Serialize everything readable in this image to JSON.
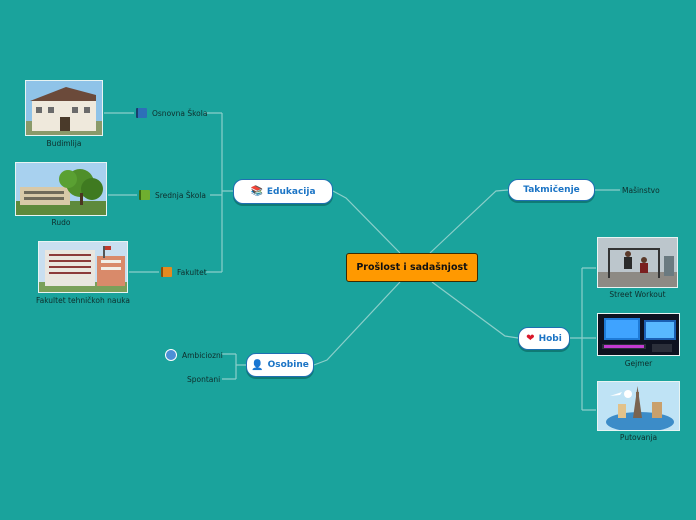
{
  "colors": {
    "background": "#1aa39c",
    "central_fill": "#ff9900",
    "branch_text": "#1b74c5",
    "link": "#8ccfca"
  },
  "central": {
    "label": "Prošlost i sadašnjost"
  },
  "branches": {
    "edukacija": {
      "label": "Edukacija",
      "icon": "books-icon"
    },
    "osobine": {
      "label": "Osobine",
      "icon": "person-icon"
    },
    "takmicenje": {
      "label": "Takmičenje"
    },
    "hobi": {
      "label": "Hobi",
      "icon": "heart-icon"
    }
  },
  "edukacija_items": [
    {
      "label": "Osnovna Škola",
      "icon": "blue-book-icon",
      "image_caption": "Budimlija"
    },
    {
      "label": "Srednja Škola",
      "icon": "green-book-icon",
      "image_caption": "Rudo"
    },
    {
      "label": "Fakultet",
      "icon": "orange-book-icon",
      "image_caption": "Fakultet tehničkoh nauka"
    }
  ],
  "osobine_items": [
    {
      "label": "Ambiciozni",
      "icon": "globe-icon"
    },
    {
      "label": "Spontani"
    }
  ],
  "takmicenje_items": [
    {
      "label": "Mašinstvo"
    }
  ],
  "hobi_items": [
    {
      "label": "Street Workout"
    },
    {
      "label": "Gejmer"
    },
    {
      "label": "Putovanja"
    }
  ]
}
